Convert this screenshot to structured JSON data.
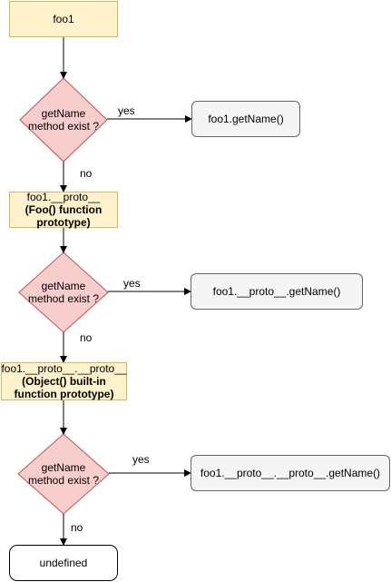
{
  "nodes": {
    "start": "foo1",
    "decision_1": [
      "getName",
      "method exist ?"
    ],
    "result_1": "foo1.getName()",
    "proto_1": [
      "foo1.__proto__",
      "(Foo() function",
      "prototype)"
    ],
    "decision_2": [
      "getName",
      "method exist ?"
    ],
    "result_2": "foo1.__proto__.getName()",
    "proto_2": [
      "foo1.__proto__.__proto__",
      "(Object() built-in",
      "function prototype)"
    ],
    "decision_3": [
      "getName",
      "method exist ?"
    ],
    "result_3": "foo1.__proto__.__proto__.getName()",
    "end": "undefined"
  },
  "edges": {
    "yes_1": "yes",
    "no_1": "no",
    "yes_2": "yes",
    "no_2": "no",
    "yes_3": "yes",
    "no_3": "no"
  },
  "colors": {
    "process_fill": "#fff2cc",
    "process_stroke": "#d6b656",
    "decision_fill": "#f8cecc",
    "decision_stroke": "#b85450",
    "result_fill": "#f5f5f5",
    "result_stroke": "#666666"
  }
}
